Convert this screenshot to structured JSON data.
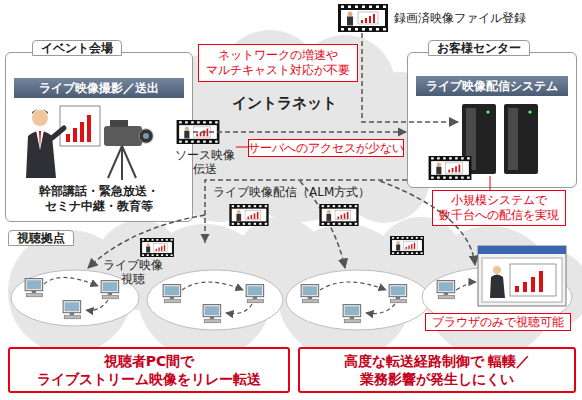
{
  "diagram": {
    "nodes": [
      {
        "text": [
          "イベント会場",
          "幹部講話・緊急放送・ セミナ中継・教育等"
        ]
      },
      {
        "text": [
          "ライブ映像撮影／送出"
        ],
        "in": 0
      },
      {
        "text": [
          "ネットワークの増速や マルチキャスト対応が不要"
        ]
      },
      {
        "text": [
          "お客様センター"
        ]
      },
      {
        "text": [
          "ライブ映像配信システム"
        ],
        "in": 3
      },
      {
        "text": [
          "サーバへのアクセスが少ない"
        ]
      },
      {
        "text": [
          "小規模システムで 数千台への配信を実現"
        ]
      },
      {
        "text": [
          "視聴拠点"
        ]
      },
      {
        "text": [
          "ブラウザのみで視聴可能"
        ],
        "in": 7
      },
      {
        "text": [
          "視聴者PC間で ライブストリーム映像をリレー転送"
        ]
      },
      {
        "text": [
          "高度な転送経路制御で 輻輳／業務影響が発生しにくい"
        ]
      }
    ],
    "edges": [
      {
        "from": 0,
        "to": 3,
        "arrow": "to",
        "label": "ソース映像 伝送"
      },
      {
        "from": 3,
        "to": 7,
        "arrow": "to",
        "label": "ライブ映像配信（ALM方式）"
      }
    ],
    "labels": [
      "録画済映像ファイル登録",
      "イントラネット",
      "ライブ映像 視聴"
    ]
  }
}
